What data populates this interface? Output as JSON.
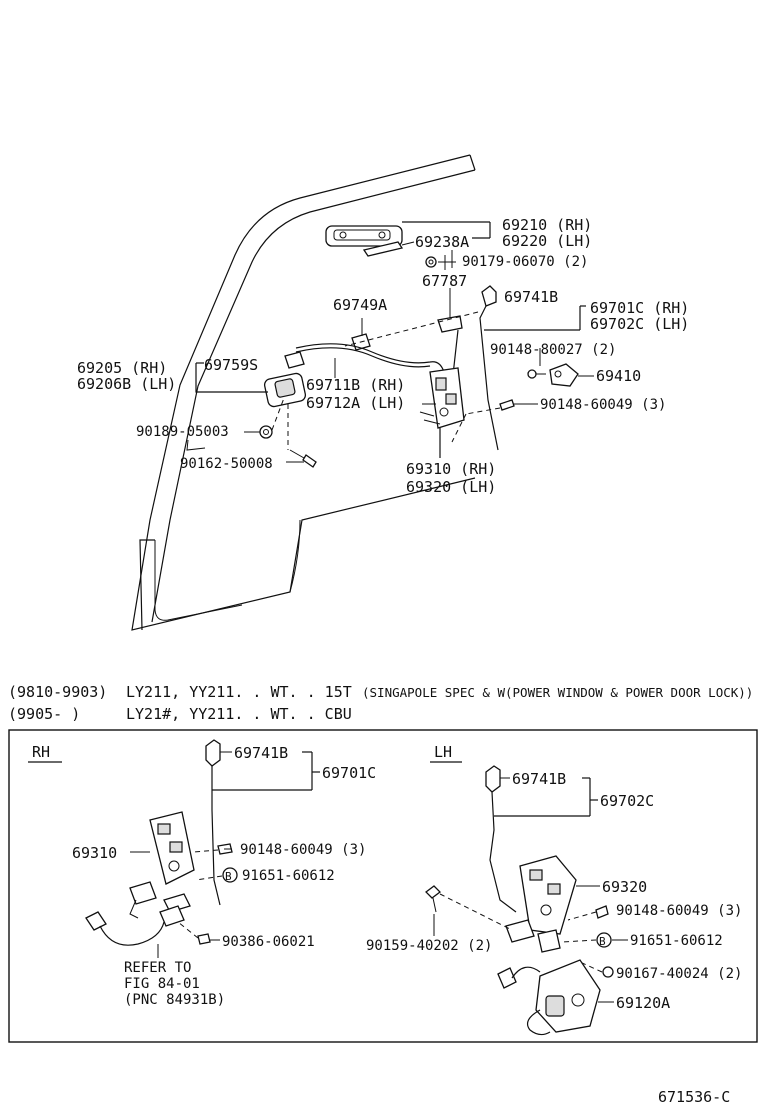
{
  "top": {
    "labels": {
      "p69210": "69210 (RH)",
      "p69220": "69220 (LH)",
      "p69238A": "69238A",
      "p90179": "90179-06070 (2)",
      "p67787": "67787",
      "p69749A": "69749A",
      "p69741B": "69741B",
      "p69701C": "69701C (RH)",
      "p69702C": "69702C (LH)",
      "p90148_80027": "90148-80027 (2)",
      "p69205": "69205   (RH)",
      "p69206B": "69206B (LH)",
      "p69759S": "69759S",
      "p69711B": "69711B (RH)",
      "p69712A": "69712A (LH)",
      "p69410": "69410",
      "p90148_60049": "90148-60049 (3)",
      "p90189": "90189-05003",
      "p90162": "90162-50008",
      "p69310": "69310 (RH)",
      "p69320": "69320 (LH)"
    }
  },
  "notes": {
    "line1_code": "(9810-9903)",
    "line1_models": "LY211, YY211. . WT. . 15T",
    "line1_spec": "(SINGAPOLE SPEC & W(POWER WINDOW & POWER DOOR LOCK))",
    "line2_code": "(9905-      )",
    "line2_models": "LY21#, YY211. . WT. . CBU"
  },
  "rh": {
    "title": "RH",
    "labels": {
      "p69741B": "69741B",
      "p69701C": "69701C",
      "p69310": "69310",
      "p90148": "90148-60049 (3)",
      "p91651": "91651-60612",
      "p90386": "90386-06021",
      "b_mark": "B"
    },
    "refer": [
      "REFER TO",
      "FIG 84-01",
      "(PNC 84931B)"
    ]
  },
  "lh": {
    "title": "LH",
    "labels": {
      "p69741B": "69741B",
      "p69702C": "69702C",
      "p69320": "69320",
      "p90148": "90148-60049 (3)",
      "p90159": "90159-40202 (2)",
      "p91651": "91651-60612",
      "p90167": "90167-40024 (2)",
      "p69120A": "69120A",
      "b_mark": "B"
    }
  },
  "figure_code": "671536-C"
}
